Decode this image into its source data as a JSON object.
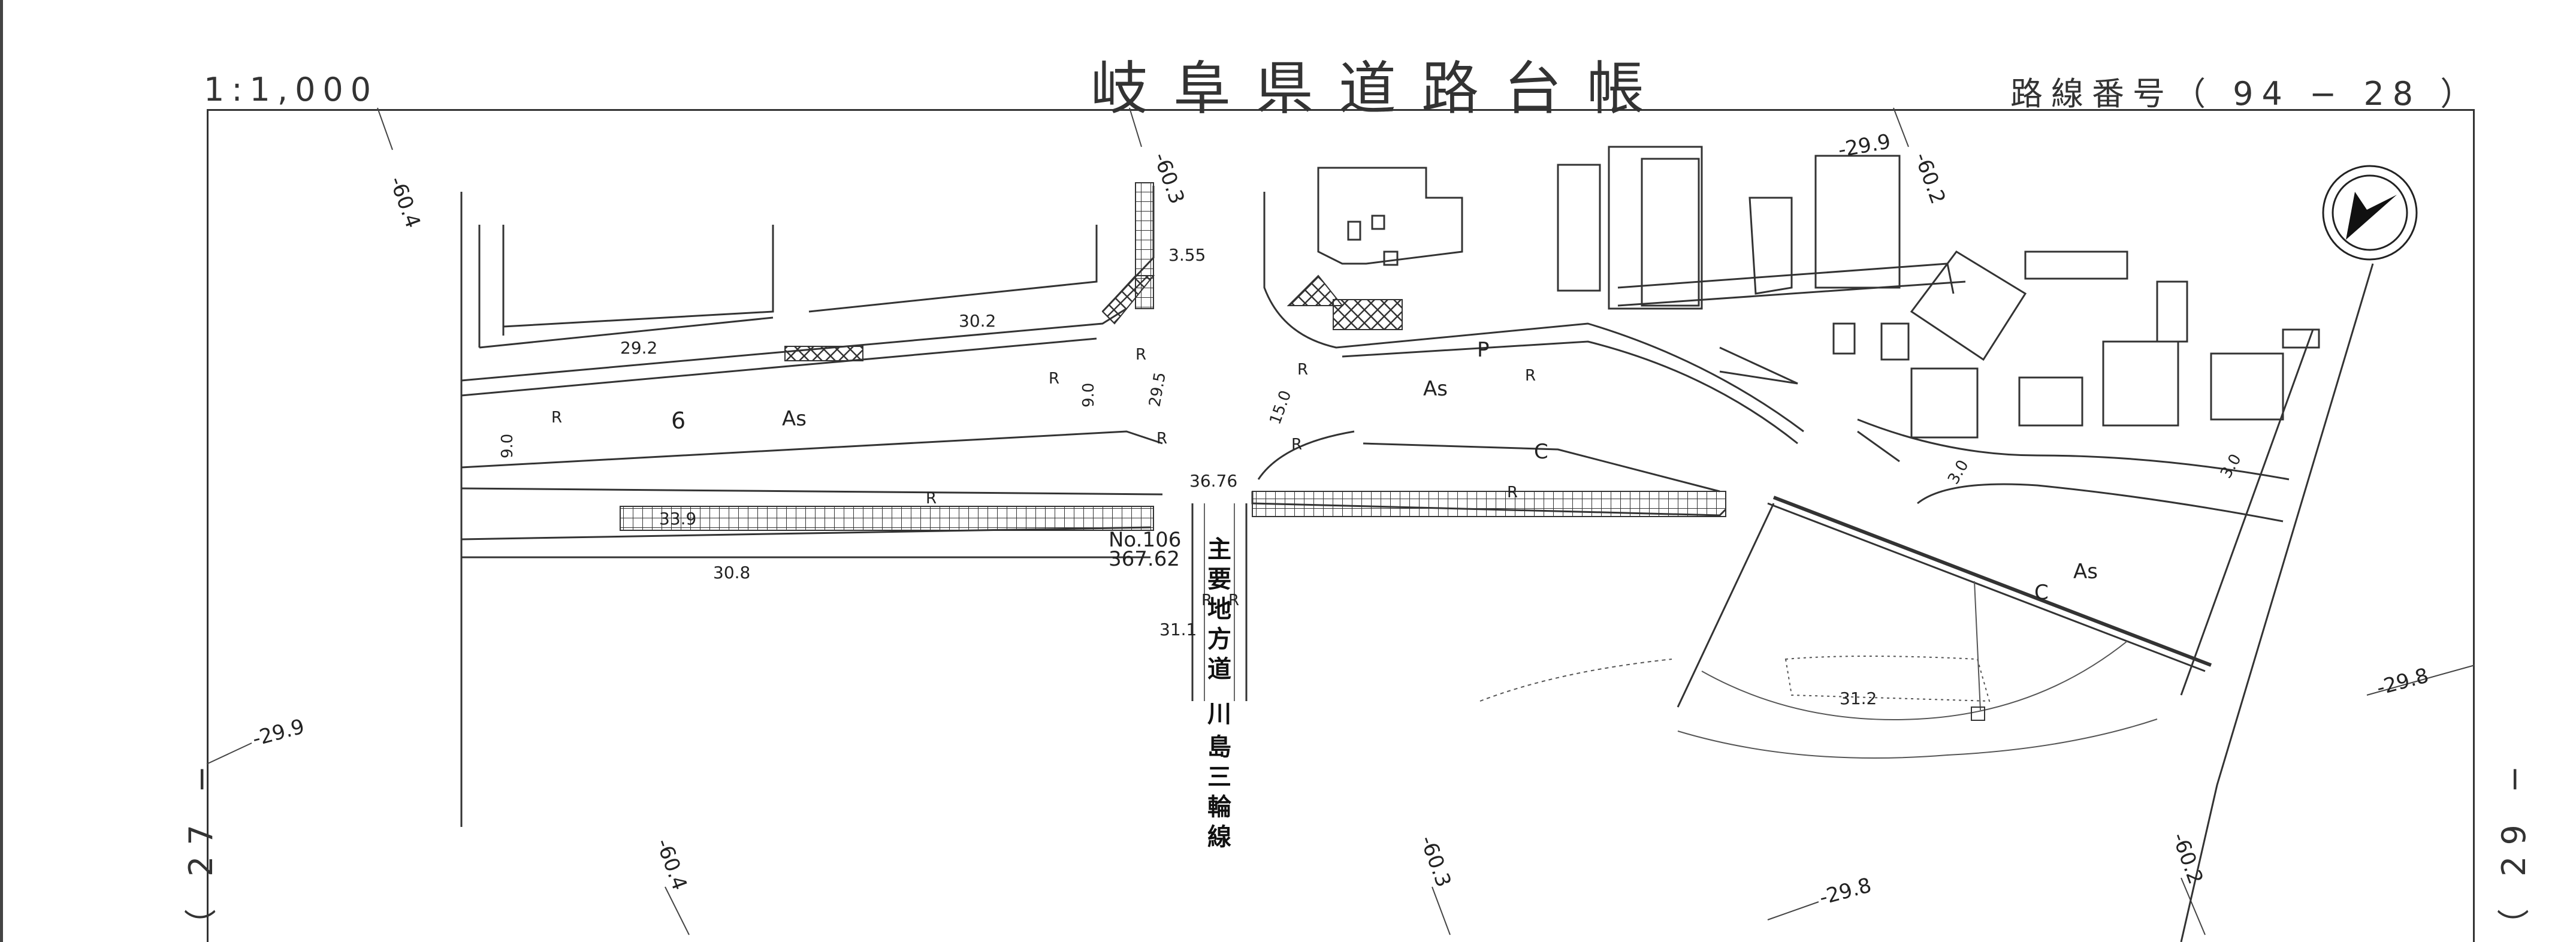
{
  "header": {
    "scale": "1:1,000",
    "title": "岐阜県道路台帳",
    "route_number": "路線番号（ 94 − 28 ）"
  },
  "side_labels": {
    "left": "（ 27 −",
    "right": "（ 29 −"
  },
  "map": {
    "contour_labels": [
      "-60.4",
      "-60.3",
      "-60.2",
      "-29.9",
      "-29.9",
      "-29.8",
      "-29.8",
      "-60.4",
      "-60.3",
      "-60.2"
    ],
    "spot_elevations": [
      "29.2",
      "30.2",
      "33.9",
      "30.8",
      "31.1",
      "31.2",
      "3.55"
    ],
    "surface_labels": [
      "As",
      "As",
      "As",
      "P",
      "C",
      "C",
      "6"
    ],
    "radius_labels": [
      "R",
      "R",
      "R",
      "R",
      "R",
      "R",
      "R",
      "R",
      "R",
      "R",
      "R"
    ],
    "width_labels": [
      "9.0",
      "9.0",
      "29.5",
      "15.0",
      "3.0",
      "3.0"
    ],
    "station": "No.106",
    "station_value": "367.62",
    "point_value": "36.76",
    "road_name_vertical": [
      "主",
      "要",
      "地",
      "方",
      "道",
      "川",
      "島",
      "三",
      "輪",
      "線"
    ],
    "compass_icon": "north-arrow-icon"
  }
}
